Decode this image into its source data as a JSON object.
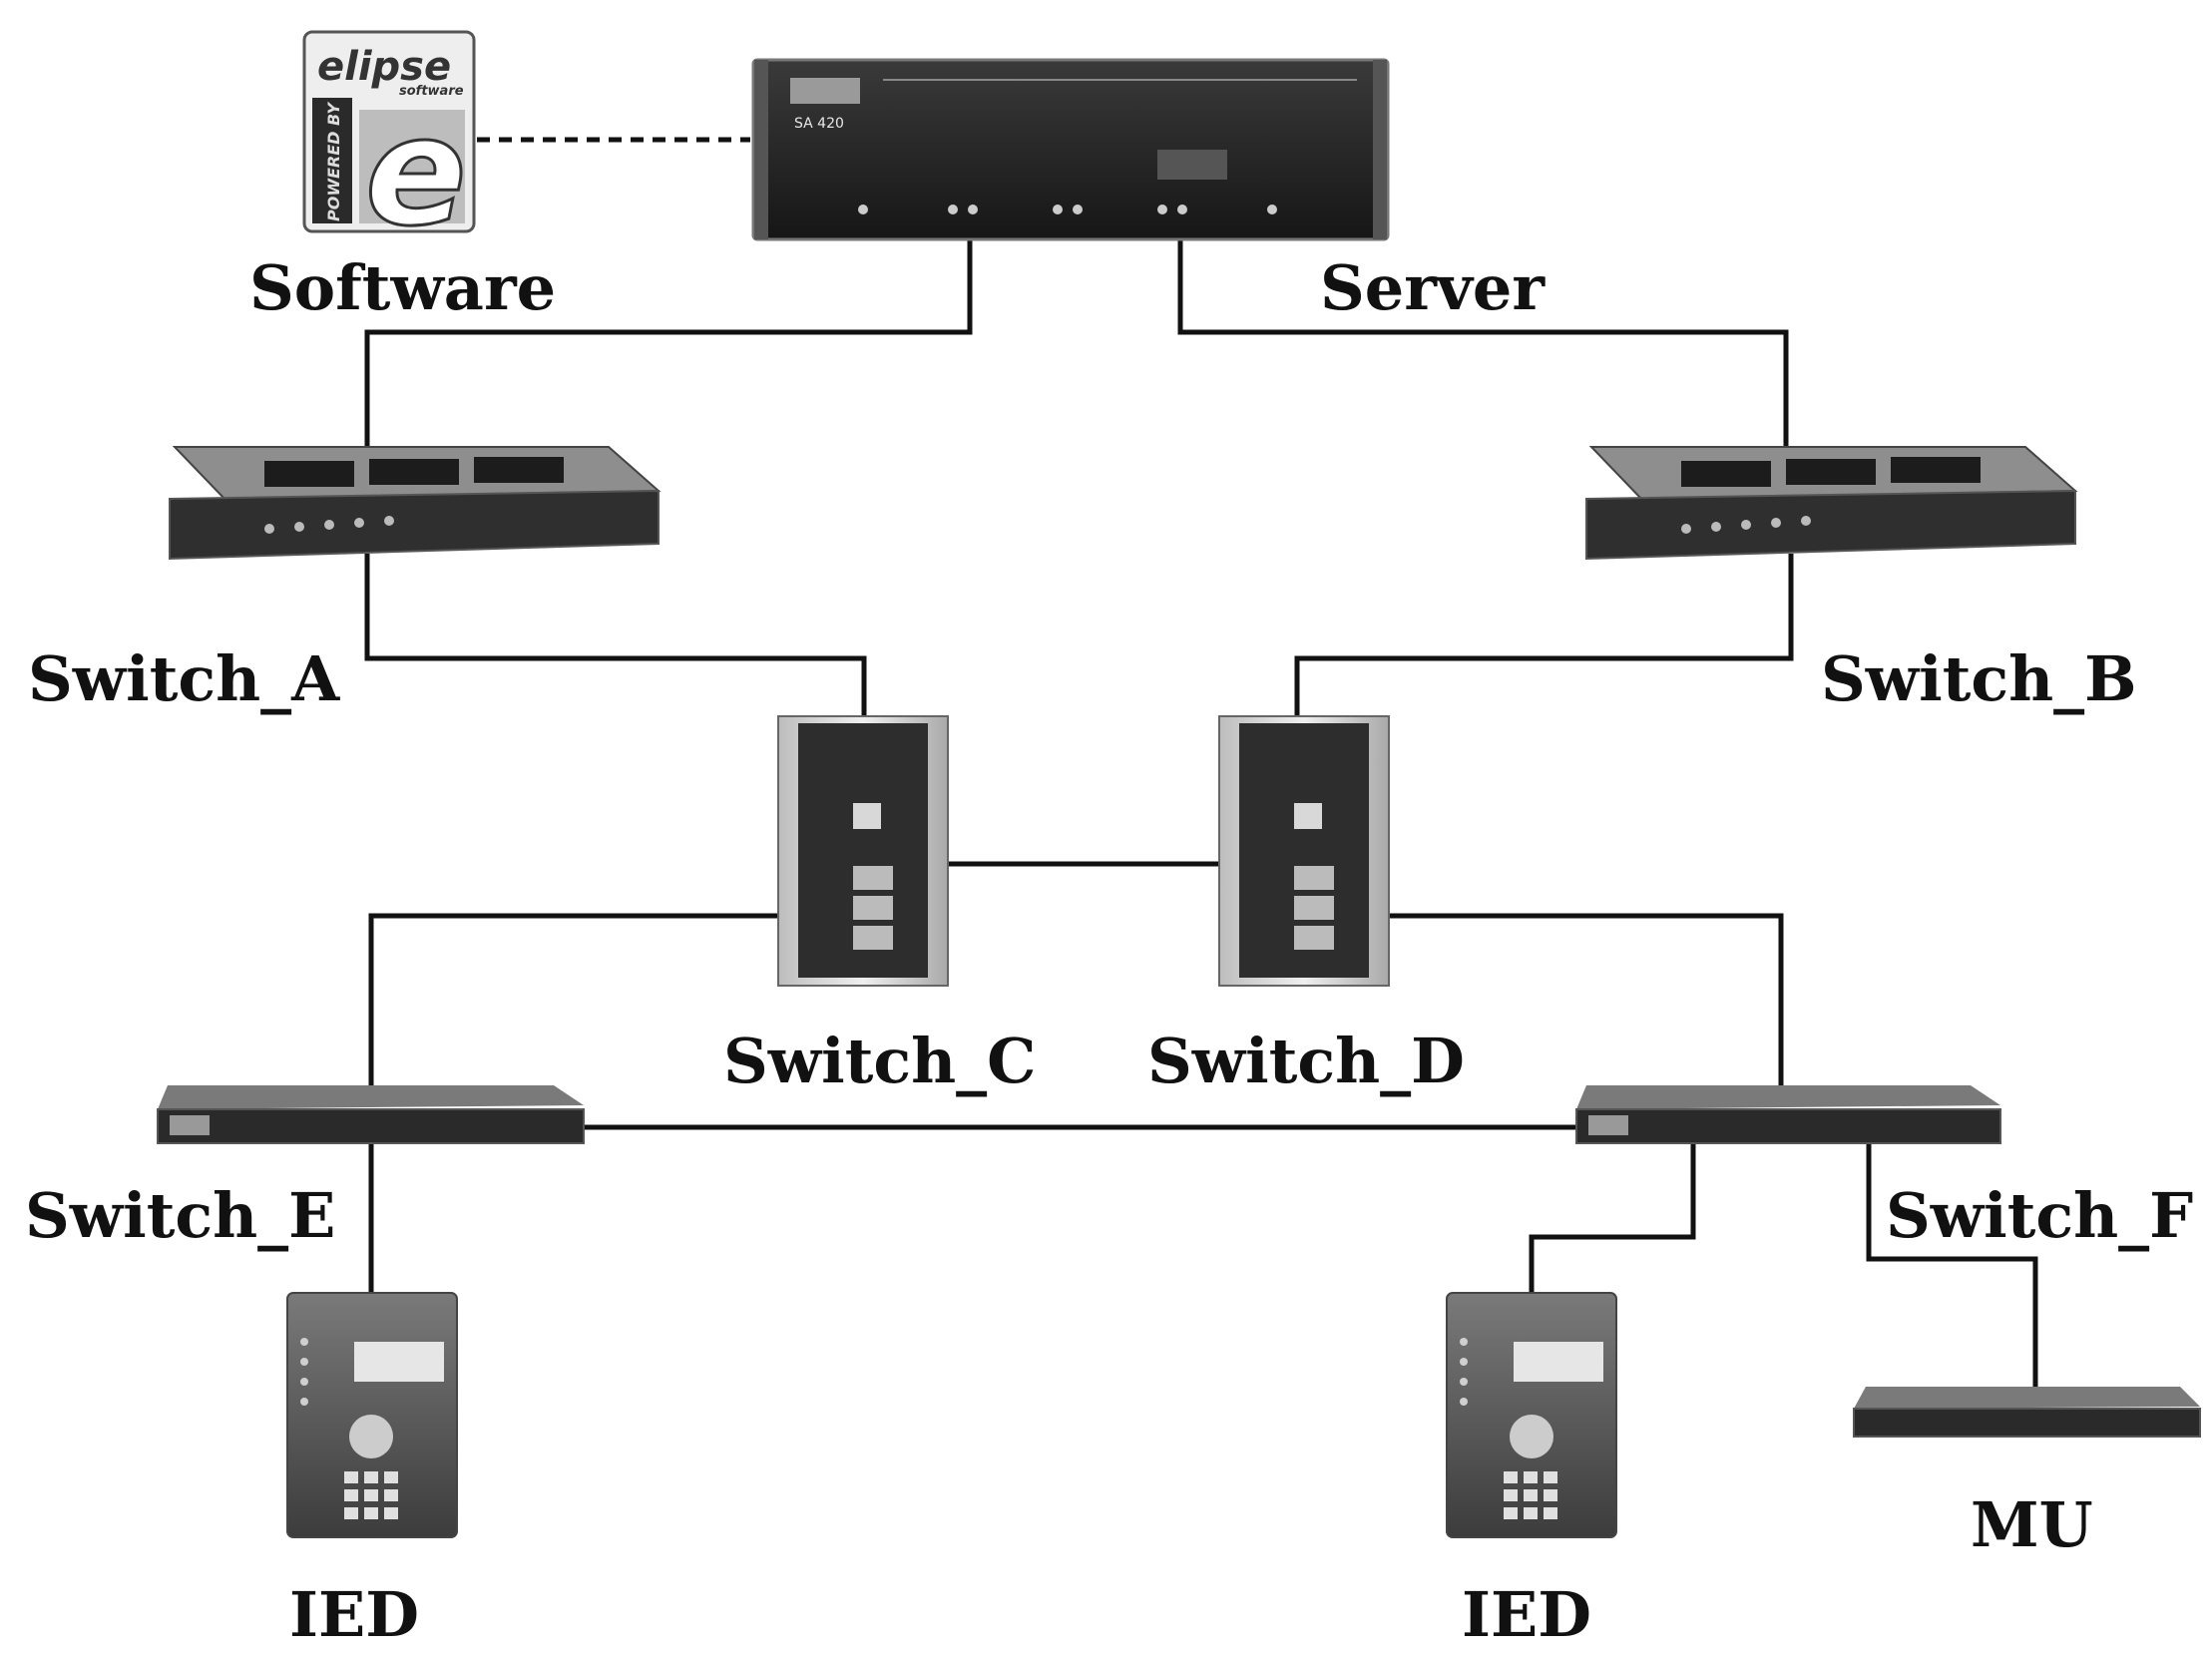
{
  "labels": {
    "software": "Software",
    "server": "Server",
    "switch_a": "Switch_A",
    "switch_b": "Switch_B",
    "switch_c": "Switch_C",
    "switch_d": "Switch_D",
    "switch_e": "Switch_E",
    "switch_f": "Switch_F",
    "ied_left": "IED",
    "ied_right": "IED",
    "mu": "MU"
  },
  "device_text": {
    "software_logo": "elipse",
    "software_logo_sub": "software",
    "software_letter": "e",
    "software_side": "POWERED BY",
    "server_model": "SA 420"
  },
  "colors": {
    "line": "#111111",
    "device_dark": "#2b2b2b",
    "device_light": "#d0d0d0"
  }
}
